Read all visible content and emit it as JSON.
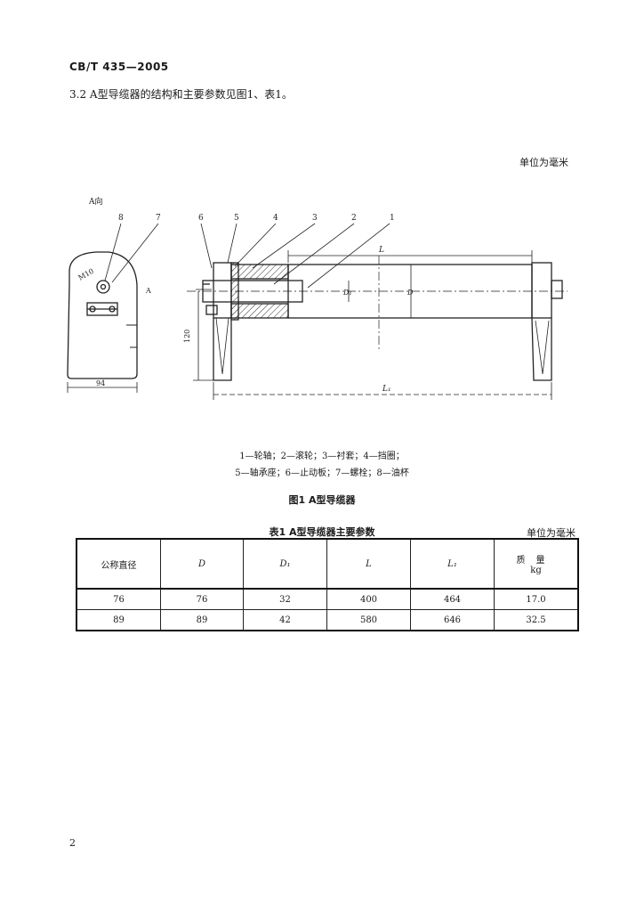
{
  "header": {
    "standard_code": "CB/T 435—2005"
  },
  "clause": {
    "text": "3.2  A型导缆器的结构和主要参数见图1、表1。"
  },
  "unit_top": "单位为毫米",
  "figure": {
    "view_label": "A向",
    "part_numbers": [
      "8",
      "7",
      "6",
      "5",
      "4",
      "3",
      "2",
      "1"
    ],
    "dim_m": "M10",
    "arrow_label": "A",
    "dim_width": "94",
    "dim_height": "120",
    "dim_L": "L",
    "dim_L1": "L₁",
    "dim_D": "D",
    "dim_D1": "D₁",
    "legend_line1": "1—轮轴；2—滚轮；3—衬套；4—挡圈；",
    "legend_line2": "5—轴承座；6—止动板；7—螺栓；8—油杯",
    "caption": "图1  A型导缆器"
  },
  "table": {
    "caption": "表1  A型导缆器主要参数",
    "unit": "单位为毫米",
    "headers": [
      "公称直径",
      "D",
      "D₁",
      "L",
      "L₁"
    ],
    "mass_header_top": "质量",
    "mass_header_bottom": "kg",
    "rows": [
      [
        "76",
        "76",
        "32",
        "400",
        "464",
        "17.0"
      ],
      [
        "89",
        "89",
        "42",
        "580",
        "646",
        "32.5"
      ]
    ]
  },
  "page_number": "2"
}
